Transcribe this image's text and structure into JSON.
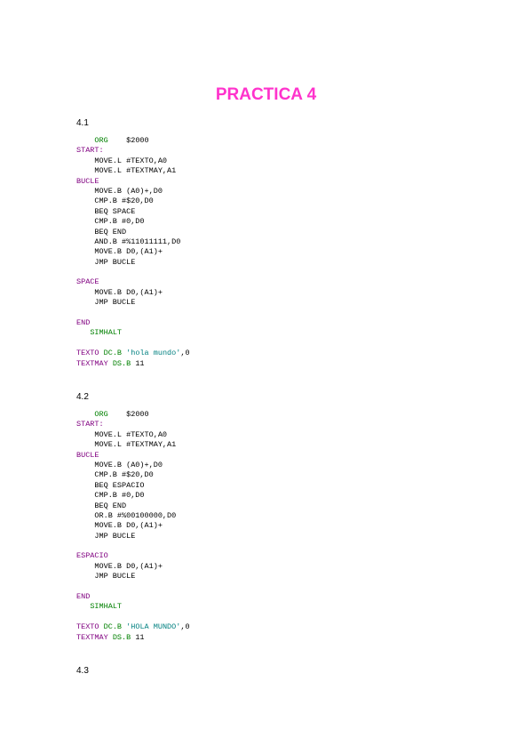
{
  "document": {
    "title": "PRACTICA 4",
    "sections": [
      {
        "number": "4.1",
        "code": [
          [
            {
              "t": "    "
            },
            {
              "t": "ORG",
              "c": "directive"
            },
            {
              "t": "    $2000"
            }
          ],
          [
            {
              "t": "START:",
              "c": "label"
            }
          ],
          [
            {
              "t": "    MOVE.L #TEXTO,A0"
            }
          ],
          [
            {
              "t": "    MOVE.L #TEXTMAY,A1"
            }
          ],
          [
            {
              "t": "BUCLE",
              "c": "label"
            }
          ],
          [
            {
              "t": "    MOVE.B (A0)+,D0"
            }
          ],
          [
            {
              "t": "    CMP.B #$20,D0"
            }
          ],
          [
            {
              "t": "    BEQ SPACE"
            }
          ],
          [
            {
              "t": "    CMP.B #0,D0"
            }
          ],
          [
            {
              "t": "    BEQ END"
            }
          ],
          [
            {
              "t": "    AND.B #%11011111,D0"
            }
          ],
          [
            {
              "t": "    MOVE.B D0,(A1)+"
            }
          ],
          [
            {
              "t": "    JMP BUCLE"
            }
          ],
          [
            {
              "t": ""
            }
          ],
          [
            {
              "t": "SPACE",
              "c": "label"
            }
          ],
          [
            {
              "t": "    MOVE.B D0,(A1)+"
            }
          ],
          [
            {
              "t": "    JMP BUCLE"
            }
          ],
          [
            {
              "t": ""
            }
          ],
          [
            {
              "t": "END",
              "c": "label"
            }
          ],
          [
            {
              "t": "   "
            },
            {
              "t": "SIMHALT",
              "c": "directive"
            }
          ],
          [
            {
              "t": ""
            }
          ],
          [
            {
              "t": "TEXTO",
              "c": "label"
            },
            {
              "t": " "
            },
            {
              "t": "DC.B",
              "c": "directive"
            },
            {
              "t": " "
            },
            {
              "t": "'hola mundo'",
              "c": "string"
            },
            {
              "t": ",0"
            }
          ],
          [
            {
              "t": "TEXTMAY",
              "c": "label"
            },
            {
              "t": " "
            },
            {
              "t": "DS.B",
              "c": "directive"
            },
            {
              "t": " 11"
            }
          ]
        ]
      },
      {
        "number": "4.2",
        "code": [
          [
            {
              "t": "    "
            },
            {
              "t": "ORG",
              "c": "directive"
            },
            {
              "t": "    $2000"
            }
          ],
          [
            {
              "t": "START:",
              "c": "label"
            }
          ],
          [
            {
              "t": "    MOVE.L #TEXTO,A0"
            }
          ],
          [
            {
              "t": "    MOVE.L #TEXTMAY,A1"
            }
          ],
          [
            {
              "t": "BUCLE",
              "c": "label"
            }
          ],
          [
            {
              "t": "    MOVE.B (A0)+,D0"
            }
          ],
          [
            {
              "t": "    CMP.B #$20,D0"
            }
          ],
          [
            {
              "t": "    BEQ ESPACIO"
            }
          ],
          [
            {
              "t": "    CMP.B #0,D0"
            }
          ],
          [
            {
              "t": "    BEQ END"
            }
          ],
          [
            {
              "t": "    OR.B #%00100000,D0"
            }
          ],
          [
            {
              "t": "    MOVE.B D0,(A1)+"
            }
          ],
          [
            {
              "t": "    JMP BUCLE"
            }
          ],
          [
            {
              "t": ""
            }
          ],
          [
            {
              "t": "ESPACIO",
              "c": "label"
            }
          ],
          [
            {
              "t": "    MOVE.B D0,(A1)+"
            }
          ],
          [
            {
              "t": "    JMP BUCLE"
            }
          ],
          [
            {
              "t": ""
            }
          ],
          [
            {
              "t": "END",
              "c": "label"
            }
          ],
          [
            {
              "t": "   "
            },
            {
              "t": "SIMHALT",
              "c": "directive"
            }
          ],
          [
            {
              "t": ""
            }
          ],
          [
            {
              "t": "TEXTO",
              "c": "label"
            },
            {
              "t": " "
            },
            {
              "t": "DC.B",
              "c": "directive"
            },
            {
              "t": " "
            },
            {
              "t": "'HOLA MUNDO'",
              "c": "string"
            },
            {
              "t": ",0"
            }
          ],
          [
            {
              "t": "TEXTMAY",
              "c": "label"
            },
            {
              "t": " "
            },
            {
              "t": "DS.B",
              "c": "directive"
            },
            {
              "t": " 11"
            }
          ]
        ]
      },
      {
        "number": "4.3",
        "code": []
      }
    ]
  },
  "colors": {
    "title": "#ff33cc",
    "default": "#000000",
    "label": "#800080",
    "directive": "#008000",
    "string": "#008080"
  }
}
